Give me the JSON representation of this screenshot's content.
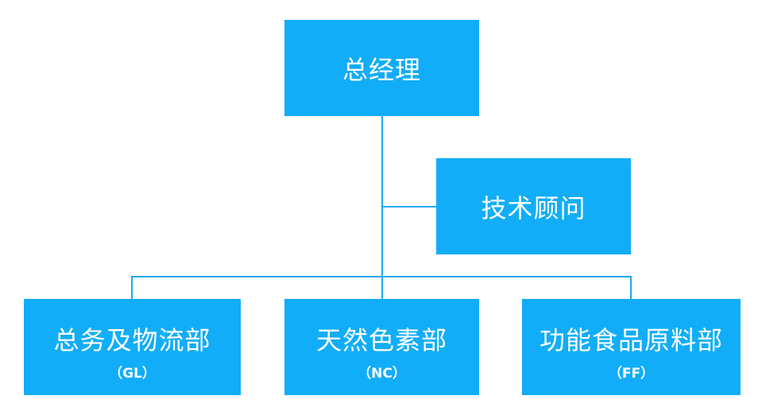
{
  "root": {
    "title": "总经理"
  },
  "advisor": {
    "title": "技术顾问"
  },
  "departments": [
    {
      "title": "总务及物流部",
      "code": "（GL）"
    },
    {
      "title": "天然色素部",
      "code": "（NC）"
    },
    {
      "title": "功能食品原料部",
      "code": "（FF）"
    }
  ],
  "colors": {
    "box": "#12adf8",
    "line": "#1aaaf0"
  }
}
